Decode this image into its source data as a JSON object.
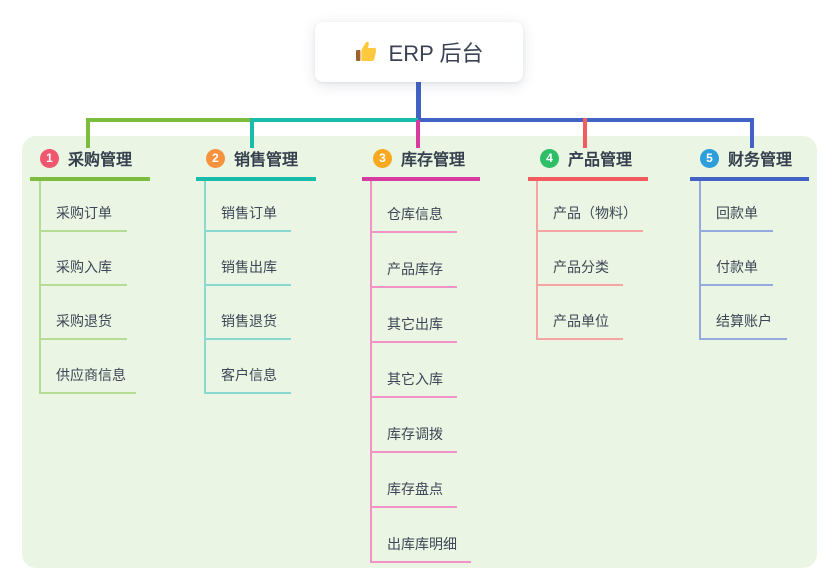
{
  "root": {
    "label": "ERP 后台",
    "icon": "thumbs-up"
  },
  "panel": {
    "bg": "#EAF6E3"
  },
  "branches": [
    {
      "num": "1",
      "label": "采购管理",
      "badge_color": "#F0566E",
      "line_color": "#7CBD3F",
      "sub_line_color": "#B7DC95",
      "items": [
        "采购订单",
        "采购入库",
        "采购退货",
        "供应商信息"
      ]
    },
    {
      "num": "2",
      "label": "销售管理",
      "badge_color": "#F9923E",
      "line_color": "#18BCA8",
      "sub_line_color": "#8BD9CE",
      "items": [
        "销售订单",
        "销售出库",
        "销售退货",
        "客户信息"
      ]
    },
    {
      "num": "3",
      "label": "库存管理",
      "badge_color": "#F9A91F",
      "line_color": "#D63C9F",
      "sub_line_color": "#F292C7",
      "items": [
        "仓库信息",
        "产品库存",
        "其它出库",
        "其它入库",
        "库存调拨",
        "库存盘点",
        "出库库明细"
      ]
    },
    {
      "num": "4",
      "label": "产品管理",
      "badge_color": "#2EBE67",
      "line_color": "#F25B5F",
      "sub_line_color": "#F6A4A4",
      "items": [
        "产品（物料）",
        "产品分类",
        "产品单位"
      ]
    },
    {
      "num": "5",
      "label": "财务管理",
      "badge_color": "#2C9FDB",
      "line_color": "#4262C5",
      "sub_line_color": "#95ABE0",
      "items": [
        "回款单",
        "付款单",
        "结算账户"
      ]
    }
  ]
}
